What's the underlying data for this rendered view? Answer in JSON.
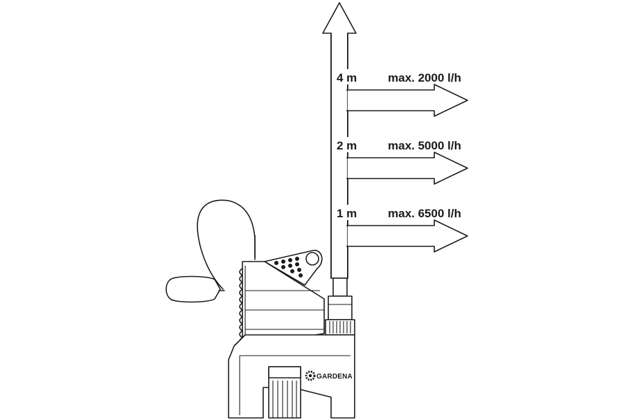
{
  "levels": [
    {
      "height": "4 m",
      "flow": "max. 2000 l/h"
    },
    {
      "height": "2 m",
      "flow": "max. 5000 l/h"
    },
    {
      "height": "1 m",
      "flow": "max. 6500 l/h"
    }
  ],
  "brand": {
    "name": "GARDENA"
  },
  "colors": {
    "line": "#1a1a1a",
    "background": "#ffffff"
  }
}
